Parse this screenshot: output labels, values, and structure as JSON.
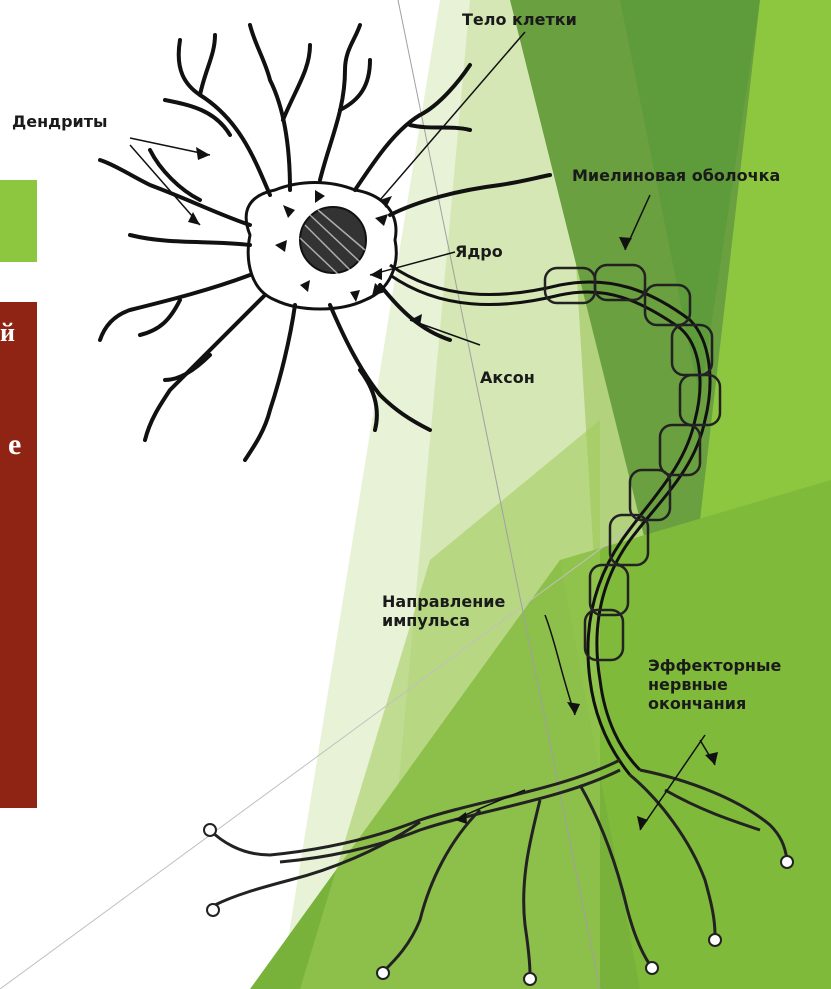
{
  "colors": {
    "accent_green": "#8dc63f",
    "dark_green": "#5e9b3a",
    "panel_red": "#8f2415",
    "ink": "#1a1a1a"
  },
  "left_panel": {
    "glyph_1": "й",
    "glyph_2": "е"
  },
  "labels": {
    "cell_body": "Тело клетки",
    "dendrites": "Дендриты",
    "myelin_sheath": "Миелиновая оболочка",
    "nucleus": "Ядро",
    "axon": "Аксон",
    "impulse_direction": "Направление\nимпульса",
    "effector_endings": "Эффекторные\nнервные\nокончания"
  }
}
